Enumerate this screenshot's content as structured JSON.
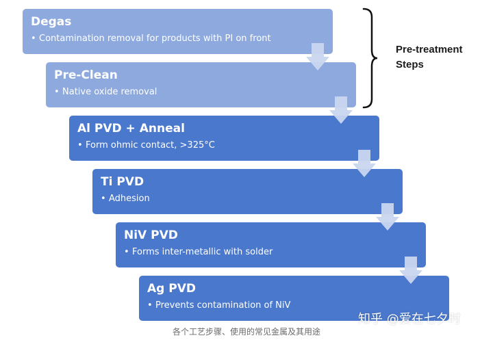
{
  "steps": [
    {
      "title": "Degas",
      "bullet": "Contamination removal for products with PI on front",
      "shade": "light"
    },
    {
      "title": "Pre-Clean",
      "bullet": "Native oxide removal",
      "shade": "light"
    },
    {
      "title": "Al PVD + Anneal",
      "bullet": "Form ohmic contact, >325°C",
      "shade": "dark"
    },
    {
      "title": "Ti PVD",
      "bullet": "Adhesion",
      "shade": "dark"
    },
    {
      "title": "NiV PVD",
      "bullet": "Forms inter-metallic with solder",
      "shade": "dark"
    },
    {
      "title": "Ag PVD",
      "bullet": "Prevents contamination of NiV",
      "shade": "dark"
    }
  ],
  "bullet_glyph": "•",
  "pretreatment_label": "Pre-treatment Steps",
  "caption": "各个工艺步骤、使用的常见金属及其用途",
  "watermark": "知乎 @爱在七夕时",
  "colors": {
    "light_box": "#8da9de",
    "dark_box": "#4a78cc",
    "arrow": "#c9d6ef",
    "bracket": "#111111"
  }
}
